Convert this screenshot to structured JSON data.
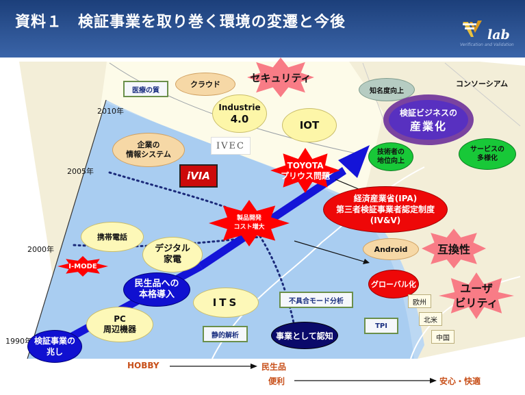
{
  "header": {
    "title": "資料１　検証事業を取り巻く環境の変遷と今後",
    "logo_text": "lab",
    "logo_subtitle": "Verification and Validation"
  },
  "years": [
    "2010年",
    "2005年",
    "2000年",
    "1990年"
  ],
  "ovals": {
    "kenshou_kizashi": [
      "検証事業の",
      "兆し"
    ],
    "pc": [
      "PC",
      "周辺機器"
    ],
    "minsei": [
      "民生品への",
      "本格導入"
    ],
    "keitai": "携帯電話",
    "digital": [
      "デジタル",
      "家電"
    ],
    "its": "ITS",
    "kigyou": [
      "企業の",
      "情報システム"
    ],
    "cloud": "クラウド",
    "industrie": [
      "Industrie",
      "4.0"
    ],
    "iot": "IOT",
    "chimeido": "知名度向上",
    "sangyouka": [
      "検証ビジネスの",
      "産業化"
    ],
    "gijutsusha": [
      "技術者の",
      "地位向上"
    ],
    "service": [
      "サービスの",
      "多様化"
    ],
    "keizai": [
      "経済産業省(IPA)",
      "第三者検証事業者認定制度",
      "(IV&V)"
    ],
    "android": "Android",
    "global": "グローバル化",
    "jigyou": "事業として認知"
  },
  "stars": {
    "security": "セキュリティ",
    "toyota": [
      "TOYOTA",
      "プリウス問題"
    ],
    "seihin": [
      "製品開発",
      "コスト増大"
    ],
    "imode": "I-MODE",
    "gokansei": "互換性",
    "usability": [
      "ユーザ",
      "ビリティ"
    ]
  },
  "boxes": {
    "iryou": "医療の質",
    "seiteki": "静的解析",
    "fuguai": "不具合モード分析",
    "tpi": "TPI"
  },
  "regions": [
    "欧州",
    "北米",
    "中国"
  ],
  "consortium": "コンソーシアム",
  "logos": {
    "ivec": "IVEC",
    "ivia": "iVIA"
  },
  "axis": {
    "hobby": "HOBBY",
    "minseihin": "民生品",
    "benri": "便利",
    "anshin": "安心・快適"
  }
}
